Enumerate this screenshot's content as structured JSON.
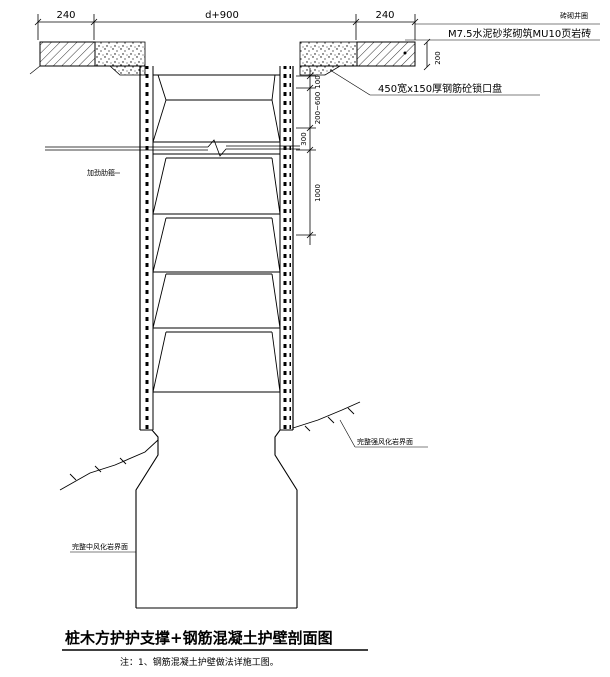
{
  "dimensions": {
    "top_left_width": "240",
    "top_center_width": "d+900",
    "top_right_width": "240",
    "right_height_200": "200",
    "vert_100": "100",
    "vert_200_600": "200~600",
    "vert_300": "300",
    "vert_1000": "1000"
  },
  "labels": {
    "brick_wellhead": "砖砌井圈",
    "brick_wall_spec": "M7.5水泥砂浆砌筑MU10页岩砖",
    "lock_plate": "450宽x150厚钢筋砼锁口盘",
    "reinforcement": "加劲肋箍",
    "intact_weathered_rock_right": "完整强风化岩界面",
    "intact_mod_weathered_rock_left": "完整中风化岩界面"
  },
  "title": "桩木方护护支撑+钢筋混凝土护壁剖面图",
  "note": "注：1、钢筋混凝土护壁做法详施工图。"
}
